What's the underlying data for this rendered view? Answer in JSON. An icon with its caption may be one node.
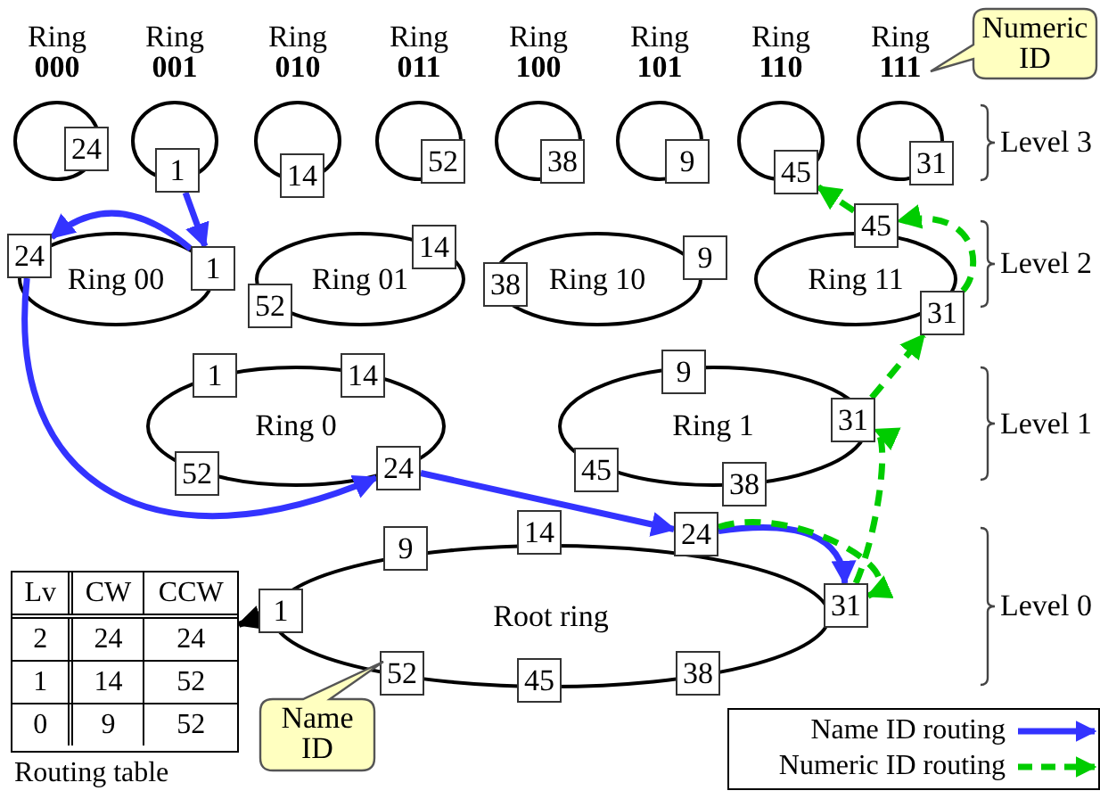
{
  "diagram": {
    "nodes": [
      {
        "text": [
          "Ring **000**"
        ]
      },
      {
        "text": [
          "Ring **001**"
        ]
      },
      {
        "text": [
          "Ring **010**"
        ]
      },
      {
        "text": [
          "Ring **011**"
        ]
      },
      {
        "text": [
          "Ring **100**"
        ]
      },
      {
        "text": [
          "Ring **101**"
        ]
      },
      {
        "text": [
          "Ring **110**"
        ]
      },
      {
        "text": [
          "Ring **111**"
        ]
      },
      {
        "text": [
          "Numeric ID"
        ]
      },
      {
        "text": [
          "24"
        ]
      },
      {
        "text": [
          "1"
        ]
      },
      {
        "text": [
          "14"
        ]
      },
      {
        "text": [
          "52"
        ]
      },
      {
        "text": [
          "38"
        ]
      },
      {
        "text": [
          "9"
        ]
      },
      {
        "text": [
          "45"
        ]
      },
      {
        "text": [
          "31"
        ]
      },
      {
        "text": [
          "Ring 00"
        ]
      },
      {
        "text": [
          "Ring 01"
        ]
      },
      {
        "text": [
          "Ring 10"
        ]
      },
      {
        "text": [
          "Ring 11"
        ]
      },
      {
        "text": [
          "24"
        ]
      },
      {
        "text": [
          "1"
        ]
      },
      {
        "text": [
          "14"
        ]
      },
      {
        "text": [
          "52"
        ]
      },
      {
        "text": [
          "38"
        ]
      },
      {
        "text": [
          "9"
        ]
      },
      {
        "text": [
          "45"
        ]
      },
      {
        "text": [
          "31"
        ]
      },
      {
        "text": [
          "Ring 0"
        ]
      },
      {
        "text": [
          "Ring 1"
        ]
      },
      {
        "text": [
          "1"
        ]
      },
      {
        "text": [
          "14"
        ]
      },
      {
        "text": [
          "52"
        ]
      },
      {
        "text": [
          "24"
        ]
      },
      {
        "text": [
          "9"
        ]
      },
      {
        "text": [
          "31"
        ]
      },
      {
        "text": [
          "45"
        ]
      },
      {
        "text": [
          "38"
        ]
      },
      {
        "text": [
          "Root ring"
        ]
      },
      {
        "text": [
          "9"
        ]
      },
      {
        "text": [
          "14"
        ]
      },
      {
        "text": [
          "24"
        ]
      },
      {
        "text": [
          "1"
        ]
      },
      {
        "text": [
          "31"
        ]
      },
      {
        "text": [
          "52"
        ]
      },
      {
        "text": [
          "45"
        ]
      },
      {
        "text": [
          "38"
        ]
      },
      {
        "text": [],
        "shape": "box",
        "beside": [
          "Routing table"
        ]
      },
      {
        "text": [
          "Name ID"
        ]
      }
    ],
    "edges": [
      {
        "from": 10,
        "to": 22,
        "arrow": "to",
        "color": "#3333ff"
      },
      {
        "from": 22,
        "to": 21,
        "arrow": "to",
        "color": "#3333ff"
      },
      {
        "from": 21,
        "to": 34,
        "arrow": "to",
        "color": "#3333ff"
      },
      {
        "from": 34,
        "to": 42,
        "arrow": "to",
        "color": "#3333ff"
      },
      {
        "from": 42,
        "to": 44,
        "arrow": "to",
        "color": "#3333ff"
      },
      {
        "from": 42,
        "to": 44,
        "arrow": "to",
        "style": "dashed",
        "color": "#00cc00"
      },
      {
        "from": 44,
        "to": 36,
        "arrow": "to",
        "style": "dashed",
        "color": "#00cc00"
      },
      {
        "from": 36,
        "to": 28,
        "arrow": "to",
        "style": "dashed",
        "color": "#00cc00"
      },
      {
        "from": 28,
        "to": 27,
        "arrow": "to",
        "style": "dashed",
        "color": "#00cc00"
      },
      {
        "from": 27,
        "to": 15,
        "arrow": "to",
        "style": "dashed",
        "color": "#00cc00"
      },
      {
        "from": 43,
        "to": 48,
        "arrow": "to",
        "color": "#000000"
      }
    ],
    "labels": [
      "Level 3",
      "Level 2",
      "Level 1",
      "Level 0",
      "Lv",
      "CW",
      "CCW",
      "2",
      "24",
      "24",
      "1",
      "14",
      "52",
      "0",
      "9",
      "52"
    ],
    "legend": [
      {
        "text": "Name ID routing"
      },
      {
        "text": "Numeric ID routing"
      }
    ]
  }
}
